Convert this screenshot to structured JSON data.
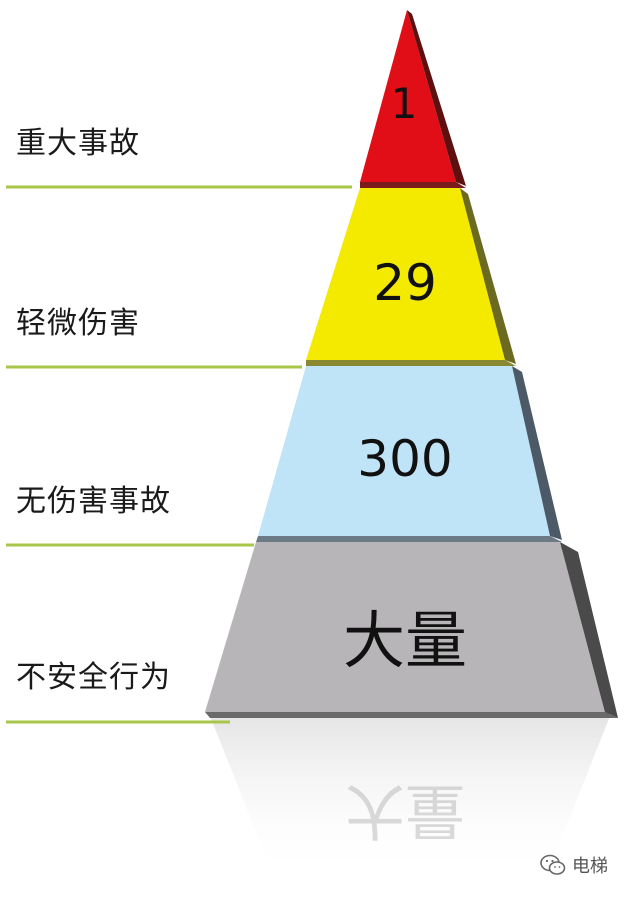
{
  "levels": [
    {
      "label": "重大事故",
      "value": "1",
      "color": "#e10d17"
    },
    {
      "label": "轻微伤害",
      "value": "29",
      "color": "#f4ea00"
    },
    {
      "label": "无伤害事故",
      "value": "300",
      "color": "#bfe3f7"
    },
    {
      "label": "不安全行为",
      "value": "大量",
      "color": "#b7b5b7"
    }
  ],
  "reflection_text": "大量",
  "divider_color": "#a8c64a",
  "watermark": {
    "icon": "wechat-icon",
    "text": "电梯"
  }
}
